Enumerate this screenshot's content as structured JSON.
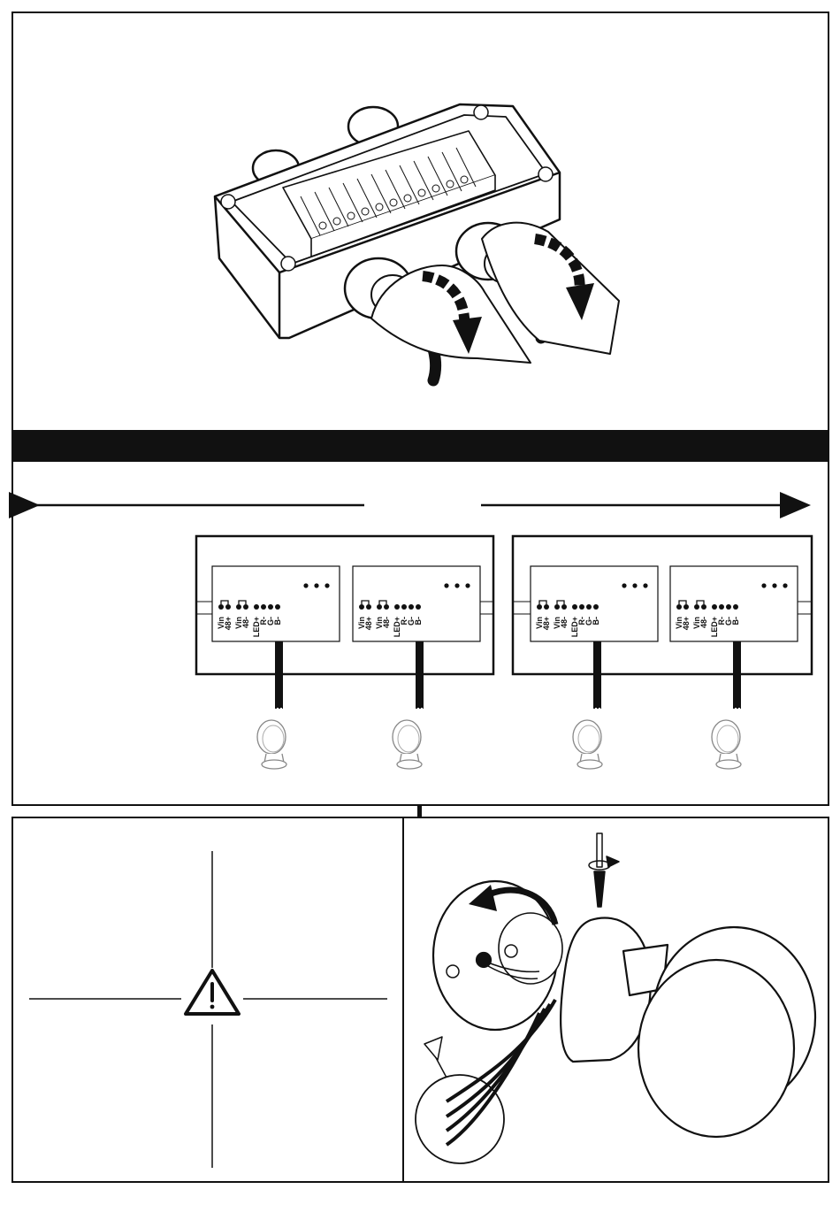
{
  "terminals": [
    "Vin 48+",
    "Vin 48-",
    "LED+",
    "R-",
    "G-",
    "B-"
  ],
  "terminal_short": [
    "Vin",
    "48+",
    "Vin",
    "48-",
    "LED+",
    "R-",
    "G-",
    "B-"
  ],
  "icons": {
    "warning": "warning-triangle-icon",
    "rotate": "rotate-arrow-icon",
    "lamp": "wall-lamp-icon"
  },
  "colors": {
    "ink": "#111111",
    "paper": "#ffffff"
  }
}
